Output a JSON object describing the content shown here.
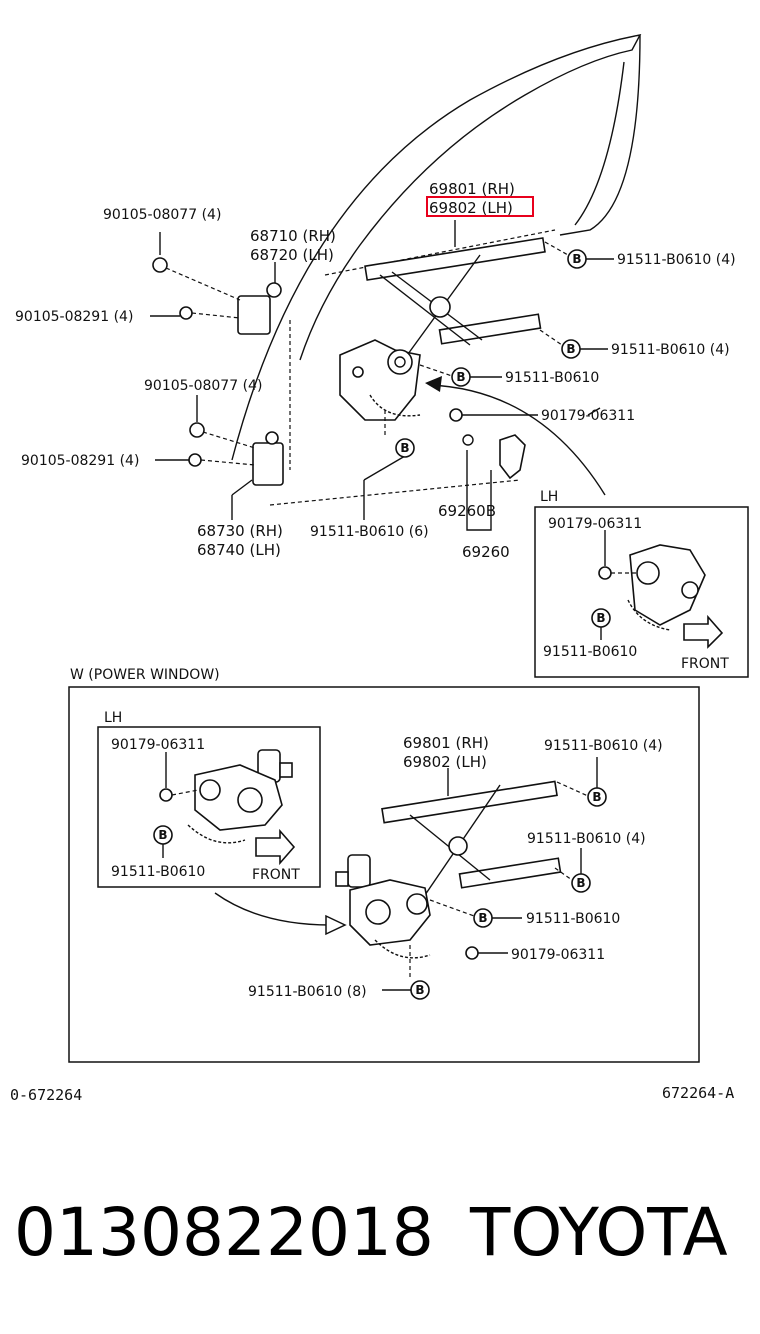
{
  "labels": {
    "p69801_rh": "69801 (RH)",
    "p69802_lh": "69802 (LH)",
    "p90105_08077_top": "90105-08077 (4)",
    "p68710_rh": "68710 (RH)",
    "p68720_lh": "68720 (LH)",
    "p91511_b0610_4_a": "91511-B0610 (4)",
    "p90105_08291_top": "90105-08291 (4)",
    "p91511_b0610_4_b": "91511-B0610 (4)",
    "p91511_b0610_mid": "91511-B0610",
    "p90105_08077_mid": "90105-08077 (4)",
    "p90179_06311_a": "90179-06311",
    "p90105_08291_mid": "90105-08291 (4)",
    "p68730_rh": "68730 (RH)",
    "p68740_lh": "68740 (LH)",
    "p91511_b0610_6": "91511-B0610 (6)",
    "p69260b": "69260B",
    "p69260": "69260",
    "inset_lh_top": "LH",
    "inset_90179": "90179-06311",
    "inset_91511": "91511-B0610",
    "inset_front": "FRONT",
    "pw_title": "W (POWER  WINDOW)",
    "pw_lh": "LH",
    "pw_90179_inset": "90179-06311",
    "pw_91511_inset": "91511-B0610",
    "pw_front": "FRONT",
    "pw_69801": "69801 (RH)",
    "pw_69802": "69802 (LH)",
    "pw_91511_4_a": "91511-B0610 (4)",
    "pw_91511_4_b": "91511-B0610 (4)",
    "pw_91511": "91511-B0610",
    "pw_90179": "90179-06311",
    "pw_91511_8": "91511-B0610 (8)",
    "ref_left": "0-672264",
    "ref_right": "672264-A",
    "footer_number": "0130822018",
    "footer_brand": "TOYOTA",
    "b_marker": "B"
  },
  "colors": {
    "highlight": "#e8001c",
    "ink": "#111111"
  }
}
